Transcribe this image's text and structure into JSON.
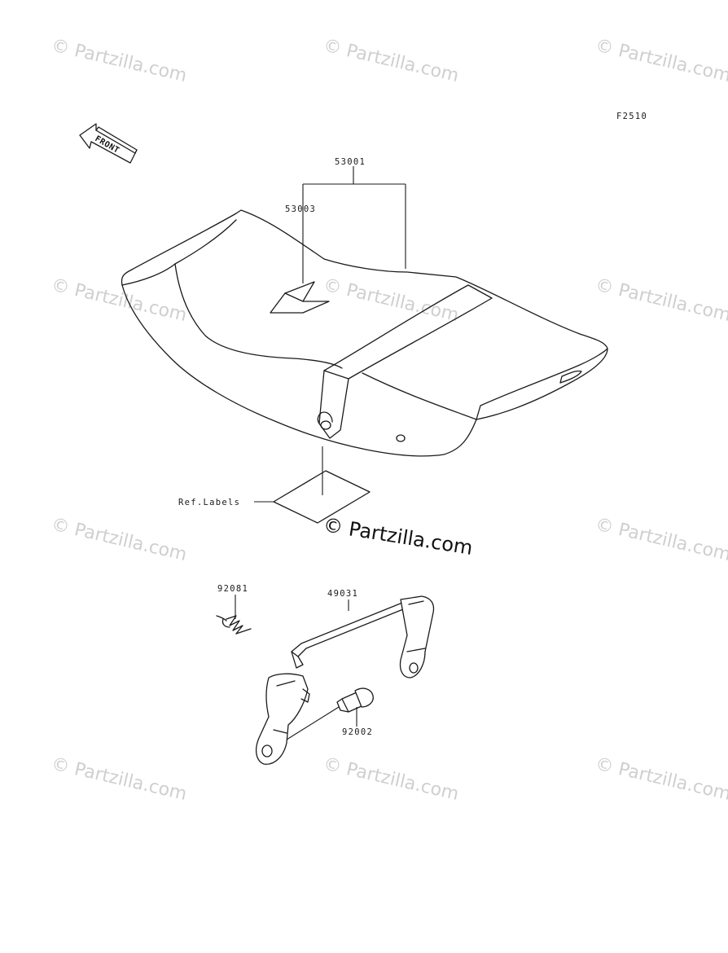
{
  "figure_code": "F2510",
  "front_arrow": "FRONT",
  "watermark": "© Partzilla.com",
  "watermark_center": "© Partzilla.com",
  "parts": {
    "seat_assy": "53001",
    "cover_seat": "53003",
    "ref_labels": "Ref.Labels",
    "spring": "92081",
    "bracket": "49031",
    "bolt": "92002"
  }
}
